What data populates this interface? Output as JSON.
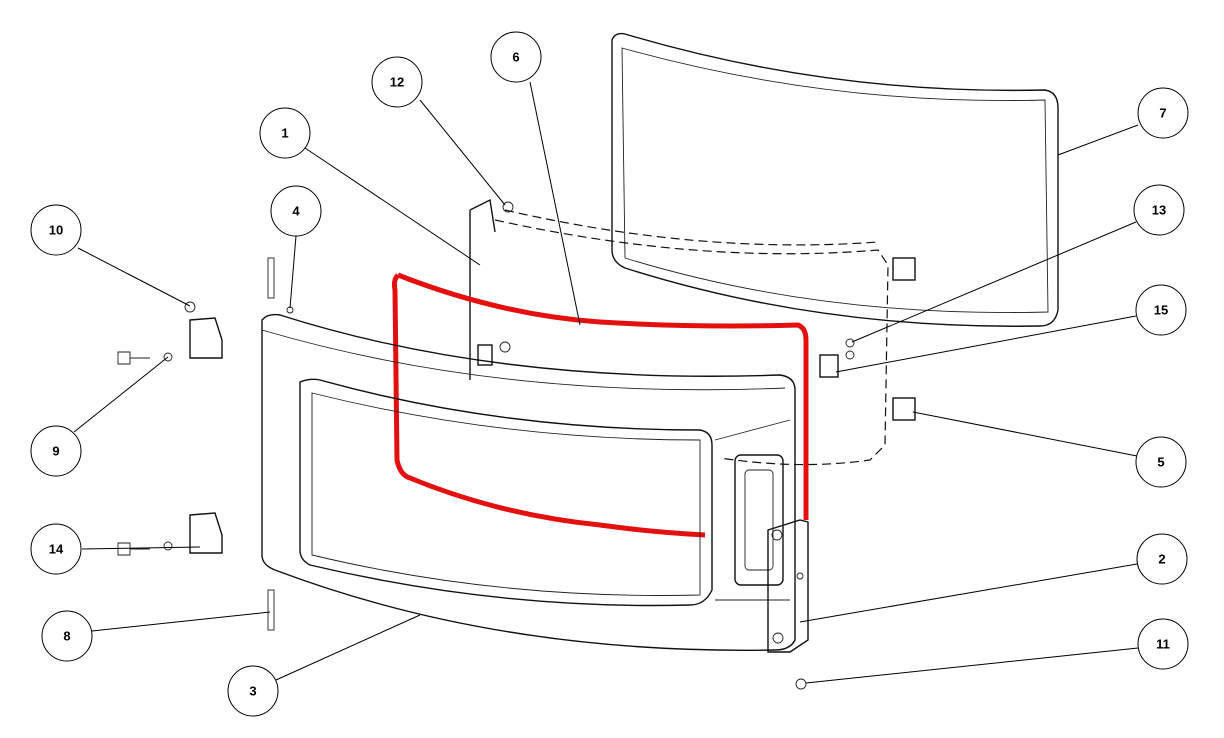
{
  "diagram": {
    "type": "exploded-assembly-view",
    "accent_color": "#e41010",
    "balloons": [
      {
        "id": "b1",
        "label": "1",
        "part": "panel"
      },
      {
        "id": "b2",
        "label": "2",
        "part": "handle-plate"
      },
      {
        "id": "b3",
        "label": "3",
        "part": "door-frame"
      },
      {
        "id": "b4",
        "label": "4",
        "part": "small-screw-top"
      },
      {
        "id": "b5",
        "label": "5",
        "part": "clip-lower"
      },
      {
        "id": "b6",
        "label": "6",
        "part": "gasket"
      },
      {
        "id": "b7",
        "label": "7",
        "part": "glass"
      },
      {
        "id": "b8",
        "label": "8",
        "part": "pin-lower"
      },
      {
        "id": "b9",
        "label": "9",
        "part": "washer"
      },
      {
        "id": "b10",
        "label": "10",
        "part": "washer-top"
      },
      {
        "id": "b11",
        "label": "11",
        "part": "nut"
      },
      {
        "id": "b12",
        "label": "12",
        "part": "bolt-top"
      },
      {
        "id": "b13",
        "label": "13",
        "part": "nut-pair"
      },
      {
        "id": "b14",
        "label": "14",
        "part": "hinge-screw"
      },
      {
        "id": "b15",
        "label": "15",
        "part": "clip-middle"
      }
    ]
  }
}
